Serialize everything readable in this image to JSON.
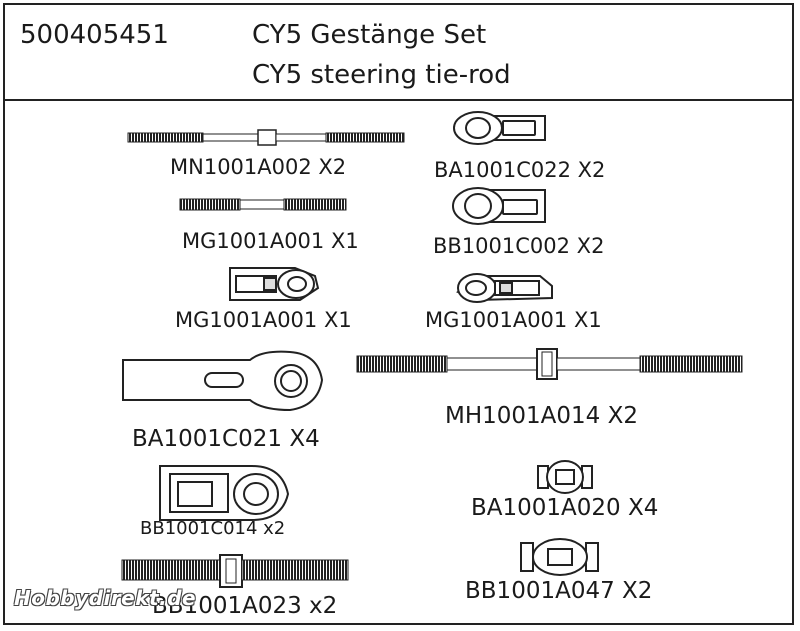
{
  "header": {
    "part_number": "500405451",
    "title_de": "CY5 Gestänge Set",
    "title_en": "CY5 steering tie-rod"
  },
  "parts": [
    {
      "label": "MN1001A002 X2"
    },
    {
      "label": "BA1001C022 X2"
    },
    {
      "label": "MG1001A001 X1"
    },
    {
      "label": "BB1001C002 X2"
    },
    {
      "label": "MG1001A001 X1"
    },
    {
      "label": "MG1001A001 X1"
    },
    {
      "label": "BA1001C021 X4"
    },
    {
      "label": "MH1001A014  X2"
    },
    {
      "label": "BB1001C014  x2"
    },
    {
      "label": "BA1001A020 X4"
    },
    {
      "label": "BB1001A023  x2"
    },
    {
      "label": "BB1001A047 X2"
    }
  ],
  "watermark": "Hobbydirekt.de"
}
